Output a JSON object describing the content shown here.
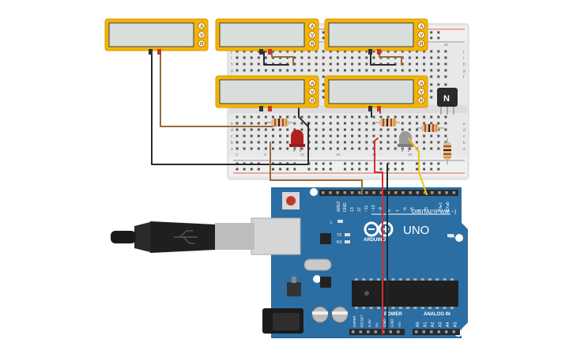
{
  "meters": [
    {
      "id": "m1",
      "modes": [
        "A",
        "V",
        "R"
      ]
    },
    {
      "id": "m2",
      "modes": [
        "A",
        "V",
        "R"
      ]
    },
    {
      "id": "m3",
      "modes": [
        "A",
        "V",
        "R"
      ]
    },
    {
      "id": "m4",
      "modes": [
        "A",
        "V",
        "R"
      ]
    },
    {
      "id": "m5",
      "modes": [
        "A",
        "V",
        "R"
      ]
    }
  ],
  "transistor": {
    "label": "N"
  },
  "arduino": {
    "model": "UNO",
    "brand": "ARDUINO",
    "digital_label": "DIGITAL (PWM ~)",
    "analog_label": "ANALOG IN",
    "power_label": "POWER",
    "on_label": "ON",
    "led_labels": {
      "l": "L",
      "tx": "TX",
      "rx": "RX"
    },
    "top_pins": [
      "AREF",
      "GND",
      "13",
      "12",
      "~11",
      "~10",
      "~9",
      "8",
      "7",
      "~6",
      "~5",
      "4",
      "~3",
      "2",
      "TX▸1",
      "RX◂0"
    ],
    "power_pins": [
      "IOREF",
      "RESET",
      "3.3V",
      "5V",
      "GND",
      "GND",
      "Vin"
    ],
    "analog_pins": [
      "A0",
      "A1",
      "A2",
      "A3",
      "A4",
      "A5"
    ]
  },
  "breadboard": {
    "row_letters_top": [
      "j",
      "i",
      "h",
      "g",
      "f"
    ],
    "row_letters_bottom": [
      "e",
      "d",
      "c",
      "b",
      "a"
    ],
    "column_numbers": [
      "1",
      "5",
      "10",
      "15",
      "20",
      "25",
      "30"
    ]
  },
  "colors": {
    "meter_body": "#f5b400",
    "meter_screen": "#d9dedd",
    "arduino_board": "#2b6ea3",
    "wire_red": "#d62b2b",
    "wire_black": "#2a2a2a",
    "wire_brown": "#9b6a3c",
    "wire_yellow": "#f1c40f"
  }
}
